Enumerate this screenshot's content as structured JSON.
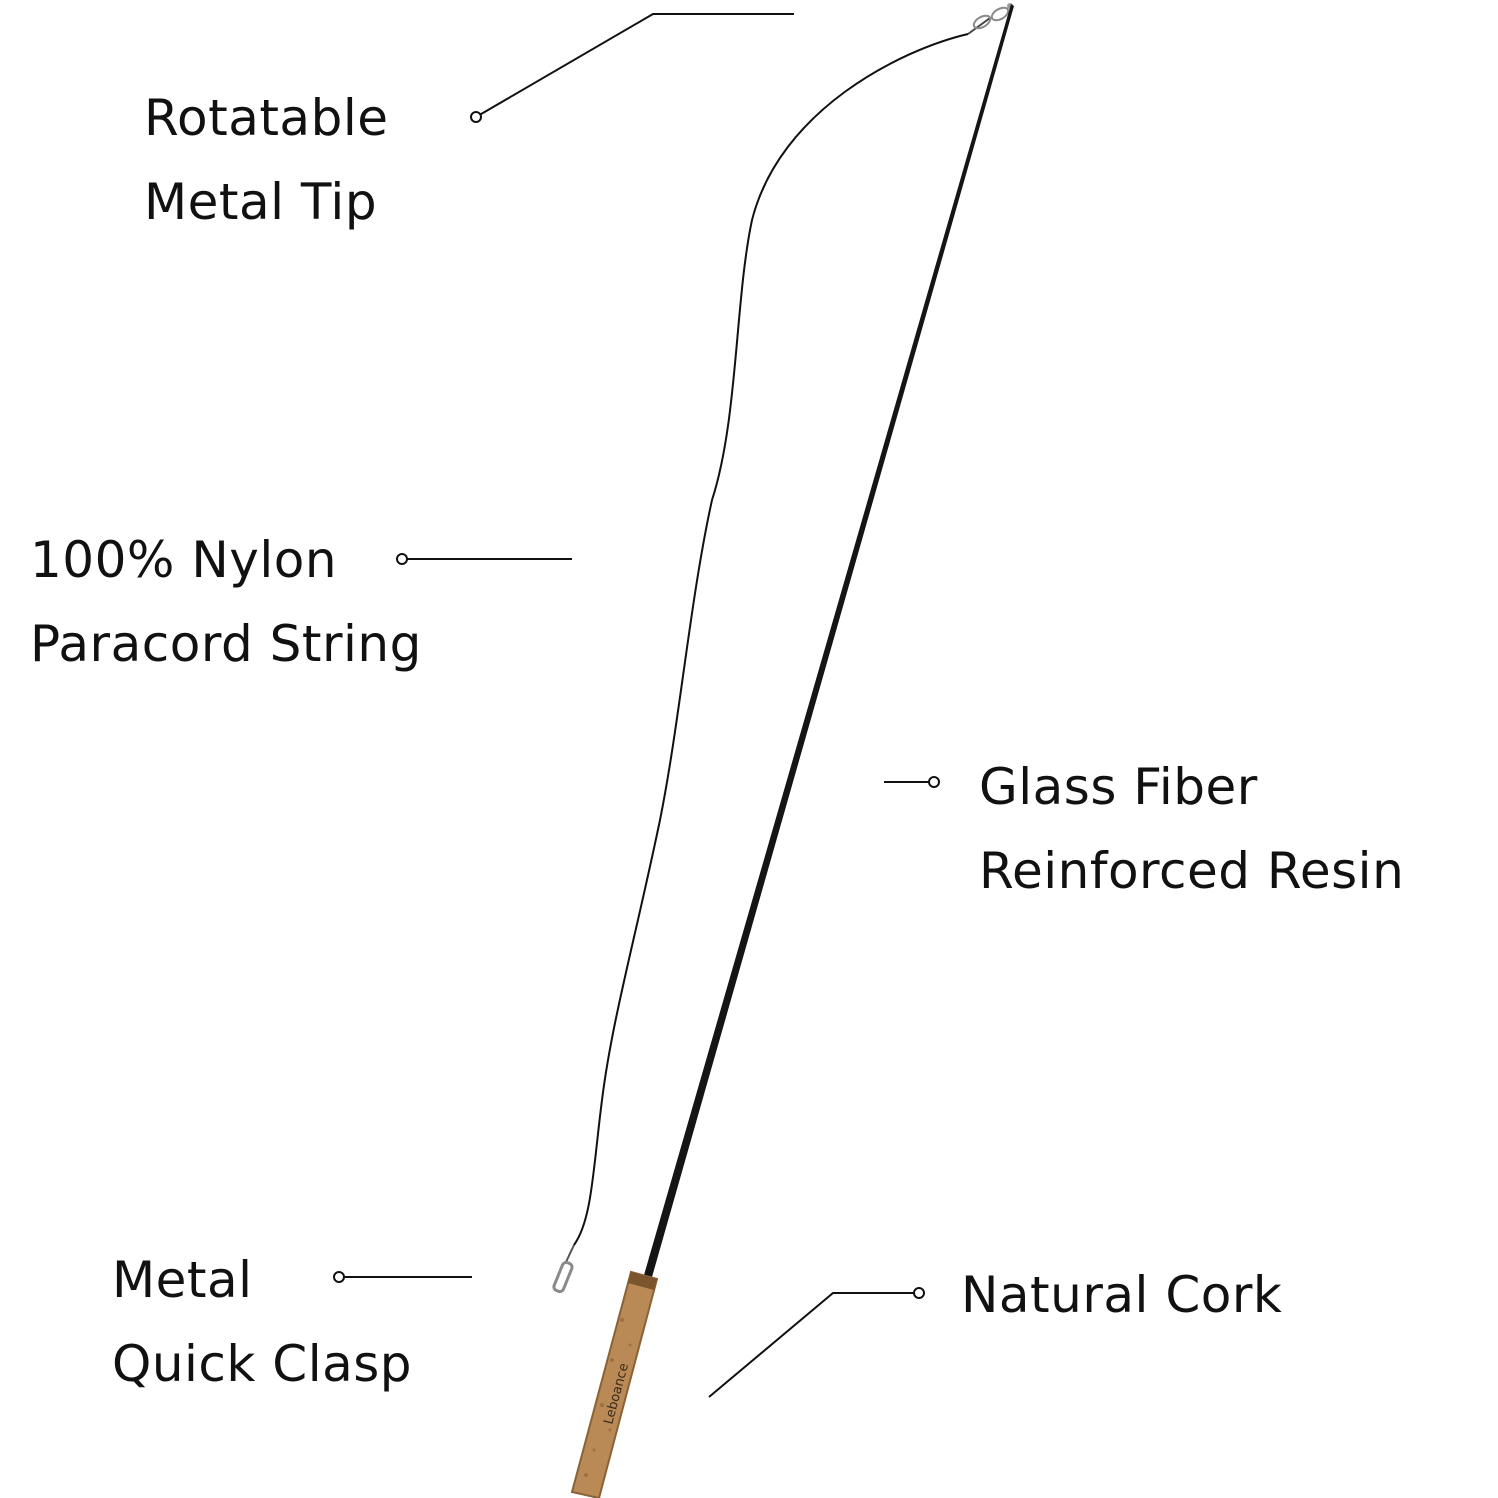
{
  "colors": {
    "background": "#ffffff",
    "text": "#111111",
    "line": "#111111",
    "rod": "#151515",
    "cork": "#b98a55",
    "cork_dark": "#8a6236",
    "metal": "#9a9a9a"
  },
  "callouts": [
    {
      "id": "tip",
      "lines": [
        "Rotatable",
        "Metal Tip"
      ]
    },
    {
      "id": "nylon",
      "lines": [
        "100% Nylon",
        "Paracord String"
      ]
    },
    {
      "id": "fiber",
      "lines": [
        "Glass Fiber",
        "Reinforced Resin"
      ]
    },
    {
      "id": "clasp",
      "lines": [
        "Metal",
        "Quick Clasp"
      ]
    },
    {
      "id": "cork",
      "lines": [
        "Natural Cork"
      ]
    }
  ],
  "handle_brand": "Leboance"
}
